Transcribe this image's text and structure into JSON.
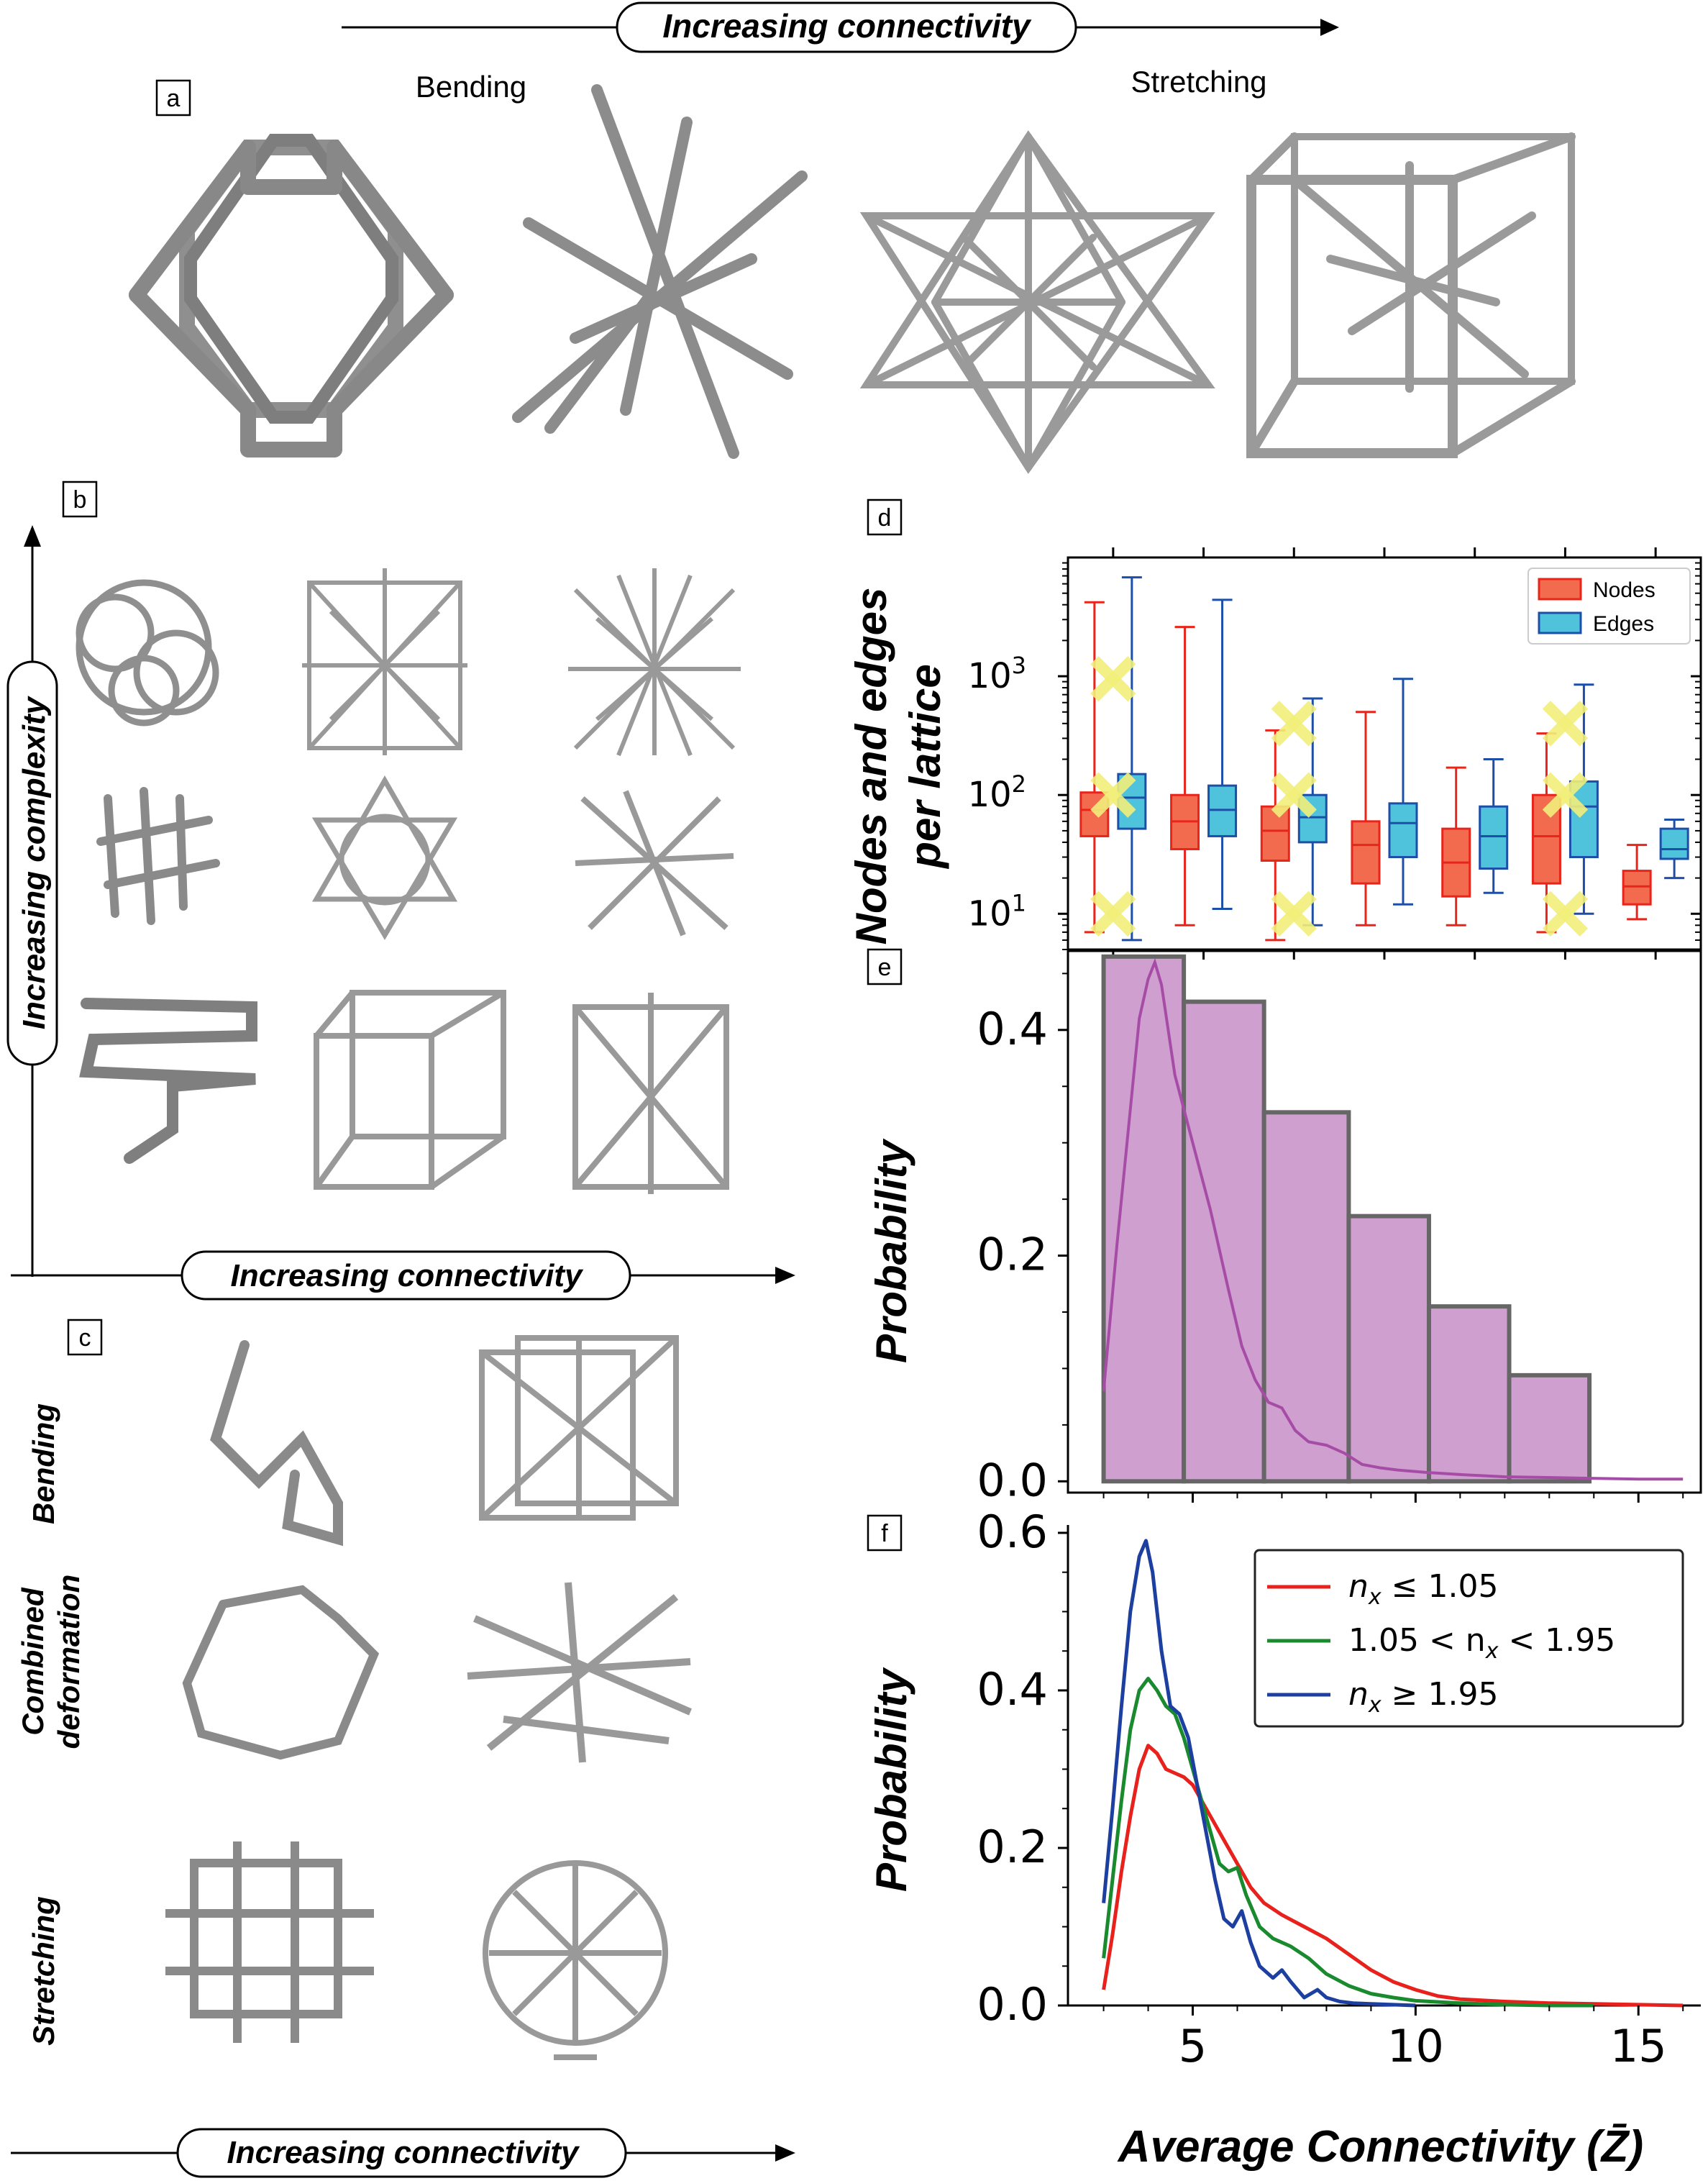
{
  "headers": {
    "top_arrow": "Increasing connectivity",
    "bending": "Bending",
    "stretching": "Stretching",
    "b_y_arrow": "Increasing complexity",
    "b_x_arrow": "Increasing connectivity",
    "c_bending": "Bending",
    "c_combined_1": "Combined",
    "c_combined_2": "deformation",
    "c_stretching": "Stretching",
    "bottom_arrow": "Increasing connectivity"
  },
  "panel_labels": {
    "a": "a",
    "b": "b",
    "c": "c",
    "d": "d",
    "e": "e",
    "f": "f"
  },
  "colors": {
    "nodes_box": "#f26b4f",
    "nodes_line": "#e8251a",
    "edges_box": "#4fc2dc",
    "edges_line": "#1d4fa8",
    "hist_fill": "#cfa0cf",
    "hist_line": "#a64ca6",
    "red": "#e8211c",
    "green": "#1a8a2e",
    "blue": "#1d3f9f",
    "lattice_gray": "#8a8a8a",
    "cross": "#f2ee7a"
  },
  "chart_data": [
    {
      "type": "box",
      "panel": "d",
      "ylabel_1": "Nodes and edges",
      "ylabel_2": "per lattice",
      "yscale": "log",
      "ylim": [
        5,
        10000
      ],
      "yticks": [
        {
          "value": 10,
          "base": "10",
          "exp": "1"
        },
        {
          "value": 100,
          "base": "10",
          "exp": "2"
        },
        {
          "value": 1000,
          "base": "10",
          "exp": "3"
        }
      ],
      "legend": {
        "location": "top-right",
        "entries": [
          "Nodes",
          "Edges"
        ]
      },
      "groups": [
        {
          "nodes": {
            "whislo": 7,
            "q1": 45,
            "med": 75,
            "q3": 105,
            "whishi": 4200
          },
          "edges": {
            "whislo": 6,
            "q1": 52,
            "med": 95,
            "q3": 150,
            "whishi": 6800
          },
          "crosses": [
            950,
            100,
            10
          ]
        },
        {
          "nodes": {
            "whislo": 8,
            "q1": 35,
            "med": 60,
            "q3": 100,
            "whishi": 2600
          },
          "edges": {
            "whislo": 11,
            "q1": 45,
            "med": 75,
            "q3": 120,
            "whishi": 4400
          },
          "crosses": []
        },
        {
          "nodes": {
            "whislo": 6,
            "q1": 28,
            "med": 50,
            "q3": 80,
            "whishi": 350
          },
          "edges": {
            "whislo": 8,
            "q1": 40,
            "med": 65,
            "q3": 100,
            "whishi": 650
          },
          "crosses": [
            400,
            100,
            10
          ]
        },
        {
          "nodes": {
            "whislo": 8,
            "q1": 18,
            "med": 38,
            "q3": 60,
            "whishi": 500
          },
          "edges": {
            "whislo": 12,
            "q1": 30,
            "med": 58,
            "q3": 85,
            "whishi": 950
          },
          "crosses": []
        },
        {
          "nodes": {
            "whislo": 8,
            "q1": 14,
            "med": 27,
            "q3": 52,
            "whishi": 170
          },
          "edges": {
            "whislo": 15,
            "q1": 24,
            "med": 45,
            "q3": 80,
            "whishi": 200
          },
          "crosses": []
        },
        {
          "nodes": {
            "whislo": 7,
            "q1": 18,
            "med": 45,
            "q3": 100,
            "whishi": 330
          },
          "edges": {
            "whislo": 10,
            "q1": 30,
            "med": 80,
            "q3": 130,
            "whishi": 850
          },
          "crosses": [
            400,
            100,
            10
          ]
        },
        {
          "nodes": {
            "whislo": 9,
            "q1": 12,
            "med": 17,
            "q3": 23,
            "whishi": 38
          },
          "edges": {
            "whislo": 20,
            "q1": 29,
            "med": 35,
            "q3": 52,
            "whishi": 62
          },
          "crosses": []
        }
      ]
    },
    {
      "type": "bar",
      "panel": "e",
      "ylabel": "Probability",
      "xlim": [
        2.2,
        16.4
      ],
      "ylim": [
        -0.01,
        0.47
      ],
      "yticks": [
        0.0,
        0.2,
        0.4
      ],
      "ytick_labels": [
        "0.0",
        "0.2",
        "0.4"
      ],
      "bins": [
        3.0,
        4.8,
        6.6,
        8.5,
        10.3,
        12.1,
        13.9,
        15.8
      ],
      "heights": [
        0.465,
        0.425,
        0.327,
        0.235,
        0.155,
        0.094,
        0.0
      ],
      "density_line": {
        "x": [
          3.0,
          3.3,
          3.6,
          3.8,
          4.0,
          4.15,
          4.3,
          4.6,
          5.0,
          5.4,
          5.8,
          6.1,
          6.4,
          6.7,
          7.0,
          7.3,
          7.6,
          8.0,
          8.4,
          8.8,
          9.2,
          9.6,
          10.2,
          11.0,
          12.0,
          13.5,
          15.0,
          16.0
        ],
        "y": [
          0.08,
          0.21,
          0.33,
          0.41,
          0.445,
          0.46,
          0.44,
          0.36,
          0.3,
          0.24,
          0.17,
          0.12,
          0.09,
          0.07,
          0.065,
          0.045,
          0.035,
          0.032,
          0.025,
          0.015,
          0.012,
          0.01,
          0.008,
          0.006,
          0.004,
          0.003,
          0.002,
          0.002
        ]
      }
    },
    {
      "type": "line",
      "panel": "f",
      "xlabel": "Average Connectivity (Z̄)",
      "ylabel": "Probability",
      "xlim": [
        2.2,
        16.4
      ],
      "ylim": [
        0,
        0.61
      ],
      "xticks": [
        5,
        10,
        15
      ],
      "xtick_labels": [
        "5",
        "10",
        "15"
      ],
      "yticks": [
        0.0,
        0.2,
        0.4,
        0.6
      ],
      "ytick_labels": [
        "0.0",
        "0.2",
        "0.4",
        "0.6"
      ],
      "legend": {
        "location": "top-right"
      },
      "series": [
        {
          "name_main": "n",
          "name_sub": "x",
          "name_rest": " ≤ 1.05",
          "color": "#e8211c",
          "x": [
            3.0,
            3.2,
            3.4,
            3.6,
            3.8,
            4.0,
            4.2,
            4.4,
            4.6,
            4.8,
            5.0,
            5.2,
            5.4,
            5.6,
            5.8,
            6.0,
            6.3,
            6.6,
            7.0,
            7.5,
            8.0,
            8.5,
            9.0,
            9.5,
            10.0,
            10.5,
            11.0,
            12.0,
            13.0,
            14.0,
            15.0,
            16.0
          ],
          "y": [
            0.02,
            0.09,
            0.17,
            0.24,
            0.3,
            0.33,
            0.32,
            0.3,
            0.295,
            0.29,
            0.28,
            0.26,
            0.24,
            0.22,
            0.2,
            0.18,
            0.15,
            0.13,
            0.115,
            0.1,
            0.085,
            0.065,
            0.045,
            0.03,
            0.02,
            0.012,
            0.008,
            0.005,
            0.003,
            0.002,
            0.001,
            0.0
          ]
        },
        {
          "name_main": "",
          "name_sub": "x",
          "name_rest": "1.05 < n",
          "name_tail": " < 1.95",
          "color": "#1a8a2e",
          "x": [
            3.0,
            3.2,
            3.4,
            3.6,
            3.8,
            4.0,
            4.2,
            4.4,
            4.6,
            4.8,
            5.0,
            5.2,
            5.4,
            5.6,
            5.8,
            6.0,
            6.2,
            6.5,
            6.8,
            7.2,
            7.6,
            8.0,
            8.5,
            9.0,
            9.5,
            10.0,
            11.0,
            12.0,
            13.0,
            14.0
          ],
          "y": [
            0.06,
            0.16,
            0.26,
            0.35,
            0.4,
            0.415,
            0.4,
            0.38,
            0.37,
            0.34,
            0.3,
            0.26,
            0.22,
            0.18,
            0.17,
            0.175,
            0.14,
            0.1,
            0.085,
            0.075,
            0.06,
            0.04,
            0.025,
            0.015,
            0.01,
            0.006,
            0.003,
            0.001,
            0.0,
            0.0
          ]
        },
        {
          "name_main": "n",
          "name_sub": "x",
          "name_rest": " ≥ 1.95",
          "color": "#1d3f9f",
          "x": [
            3.0,
            3.2,
            3.4,
            3.6,
            3.8,
            3.95,
            4.1,
            4.3,
            4.5,
            4.7,
            4.9,
            5.1,
            5.3,
            5.5,
            5.7,
            5.9,
            6.1,
            6.3,
            6.5,
            6.8,
            7.0,
            7.2,
            7.5,
            7.8,
            8.0,
            8.3,
            8.6,
            9.0,
            9.5,
            10.0
          ],
          "y": [
            0.13,
            0.25,
            0.38,
            0.5,
            0.57,
            0.59,
            0.55,
            0.45,
            0.38,
            0.37,
            0.34,
            0.28,
            0.22,
            0.16,
            0.11,
            0.1,
            0.12,
            0.08,
            0.05,
            0.035,
            0.045,
            0.03,
            0.01,
            0.02,
            0.01,
            0.005,
            0.003,
            0.002,
            0.001,
            0.0
          ]
        }
      ]
    }
  ]
}
